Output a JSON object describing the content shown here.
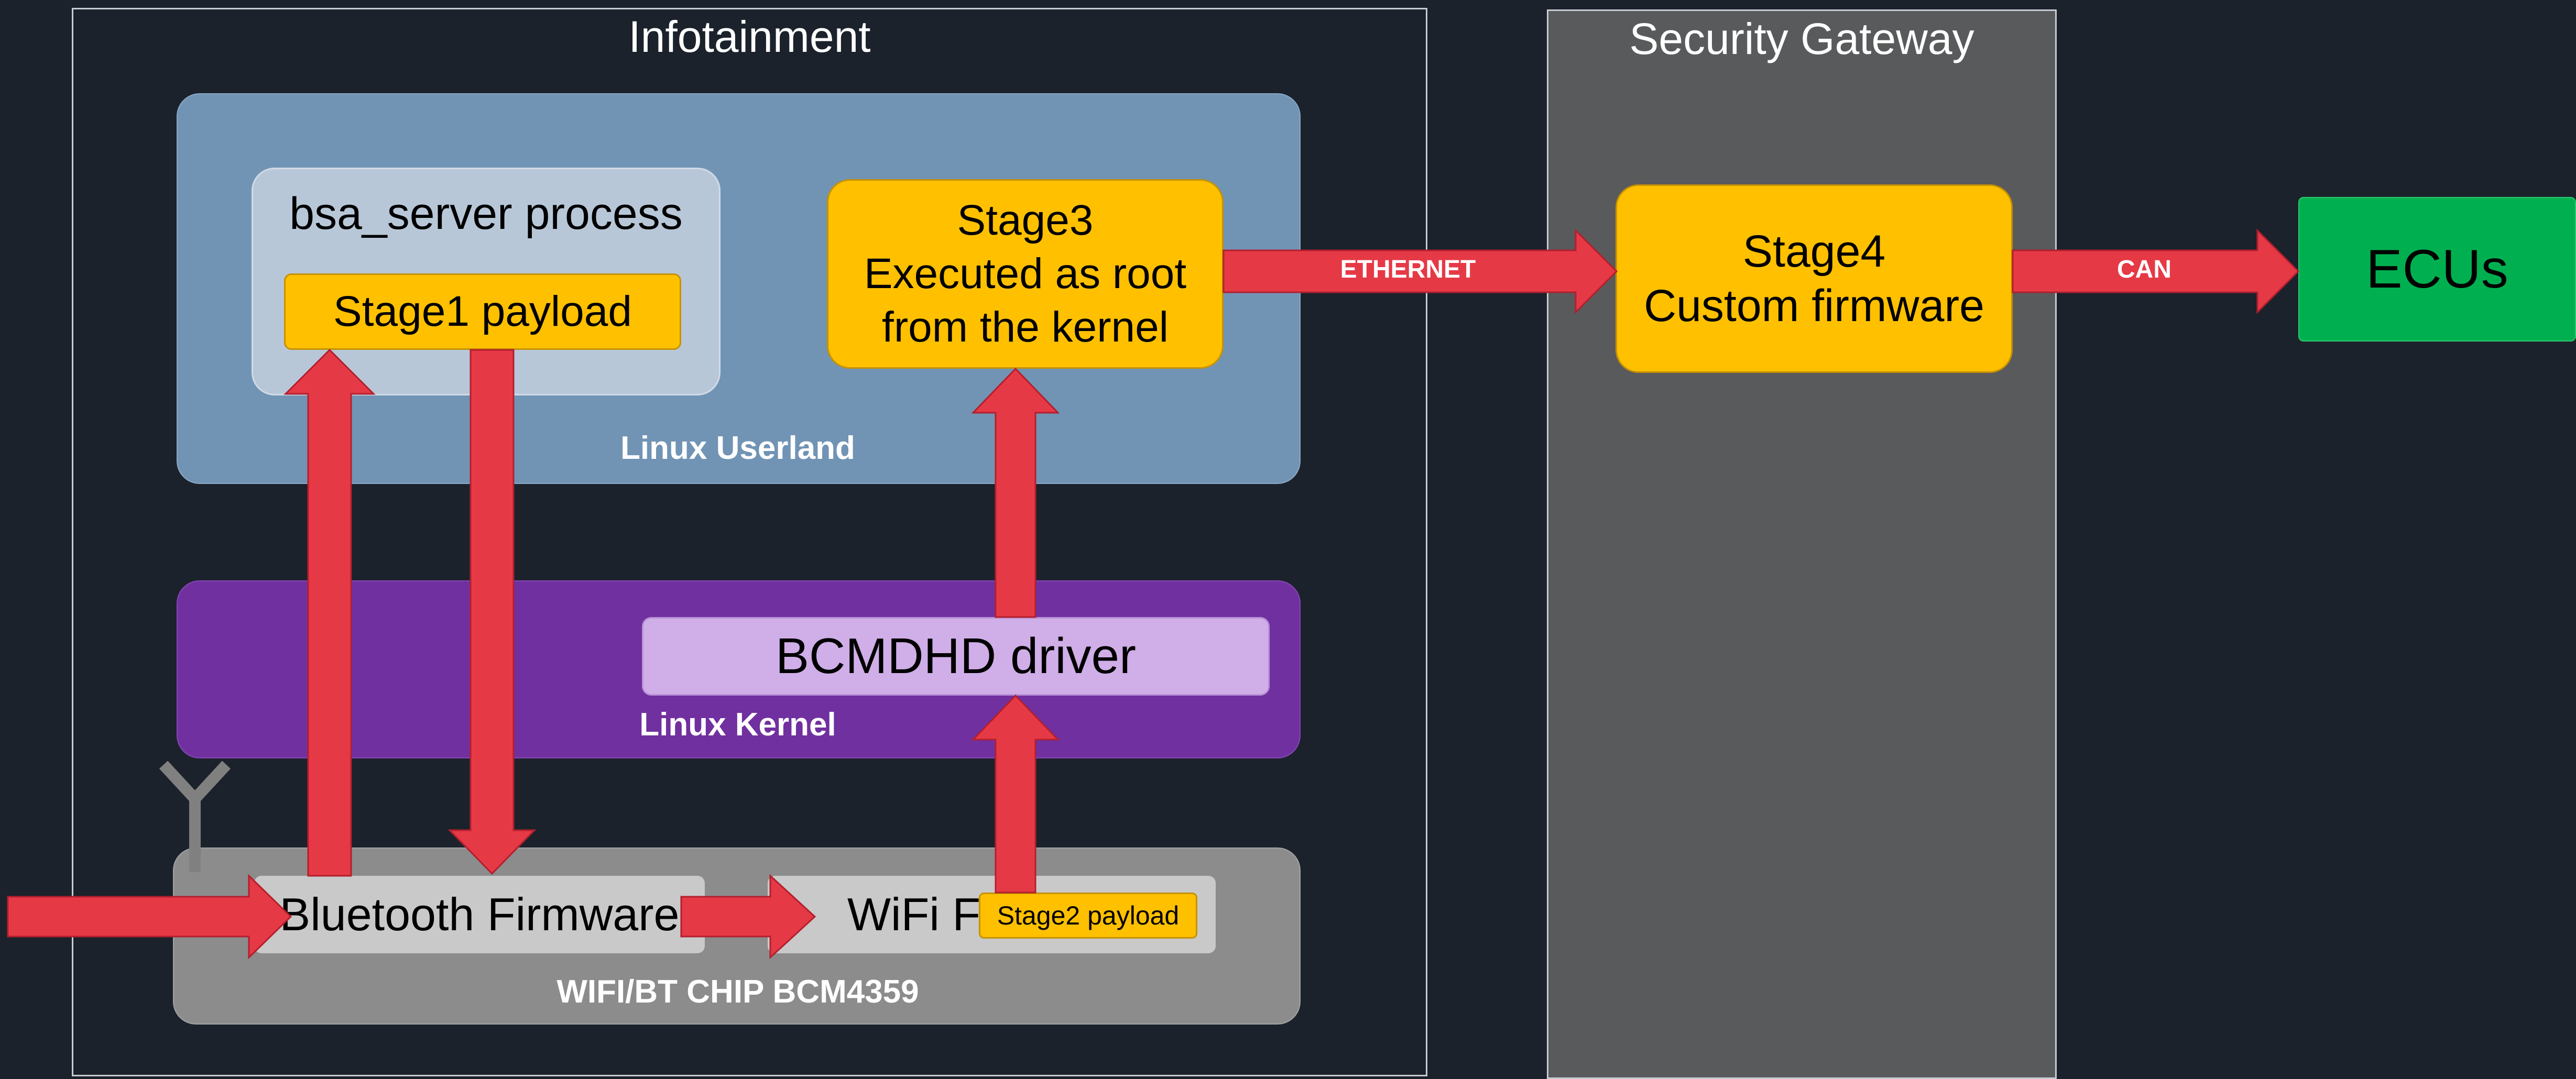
{
  "infotainment": {
    "title": "Infotainment",
    "userland": {
      "label": "Linux Userland",
      "bsa_process": {
        "label": "bsa_server process",
        "stage1": "Stage1 payload"
      },
      "stage3": {
        "line1": "Stage3",
        "line2": "Executed as root",
        "line3": "from the kernel"
      }
    },
    "kernel": {
      "label": "Linux Kernel",
      "driver": "BCMDHD driver"
    },
    "chip": {
      "label": "WIFI/BT CHIP BCM4359",
      "bluetooth_fw": "Bluetooth Firmware",
      "wifi_fw": "WiFi F",
      "stage2": "Stage2 payload"
    }
  },
  "gateway": {
    "title": "Security Gateway",
    "stage4": {
      "line1": "Stage4",
      "line2": "Custom firmware"
    }
  },
  "ecus": {
    "label": "ECUs"
  },
  "links": {
    "ethernet": "ETHERNET",
    "can": "CAN"
  },
  "colors": {
    "background": "#1b222b",
    "userland": "#7194b5",
    "kernel": "#7030a0",
    "driver": "#d0aee8",
    "chip": "#8c8c8c",
    "stage": "#ffc000",
    "arrow": "#e63946",
    "gateway": "#595a5c",
    "ecus": "#00b050",
    "antenna": "#808080"
  }
}
